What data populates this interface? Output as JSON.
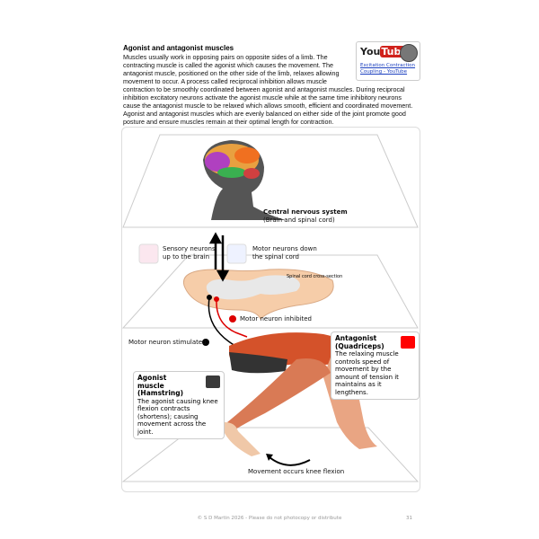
{
  "heading": "Agonist and antagonist muscles",
  "body_intro": "Muscles usually work in opposing pairs on opposite sides of a limb. The contracting muscle is called the agonist which causes the movement. The antagonist muscle, positioned on the other side of the limb, relaxes allowing movement to occur. A process called reciprocal inhibition allows muscle",
  "body_rest": "contraction to be smoothly coordinated between agonist and antagonist muscles. During reciprocal inhibition excitatory neurons activate the agonist muscle while at the same time inhibitory neurons cause the antagonist muscle to be relaxed which allows smooth, efficient and coordinated movement. Agonist and antagonist muscles which are evenly balanced on either side of the joint promote good posture and ensure muscles remain at their optimal length for contraction.",
  "video": {
    "logo_you": "You",
    "logo_tube": "Tube",
    "link": "Excitation Contraction Coupling - YouTube"
  },
  "diagram": {
    "cns_title": "Central nervous system",
    "cns_sub": "(Brain and spinal cord)",
    "sensory": "Sensory neurons up to the brain",
    "motor_down": "Motor neurons down the spinal cord",
    "spinal_label": "Spinal cord cross-section",
    "inhibited": "Motor neuron inhibited",
    "stimulated": "Motor neuron stimulated",
    "antagonist_title": "Antagonist (Quadriceps)",
    "antagonist_text": "The relaxing muscle controls speed of movement by the amount of tension it maintains as it lengthens.",
    "agonist_title": "Agonist muscle (Hamstring)",
    "agonist_text": "The agonist causing knee flexion contracts (shortens); causing movement across the joint.",
    "movement": "Movement occurs knee flexion",
    "colors": {
      "antagonist": "#ff0000",
      "agonist": "#3a3a3a"
    }
  },
  "footer": {
    "copyright": "© S D Martin 2026 - Please do not photocopy or distribute",
    "page": "31"
  }
}
